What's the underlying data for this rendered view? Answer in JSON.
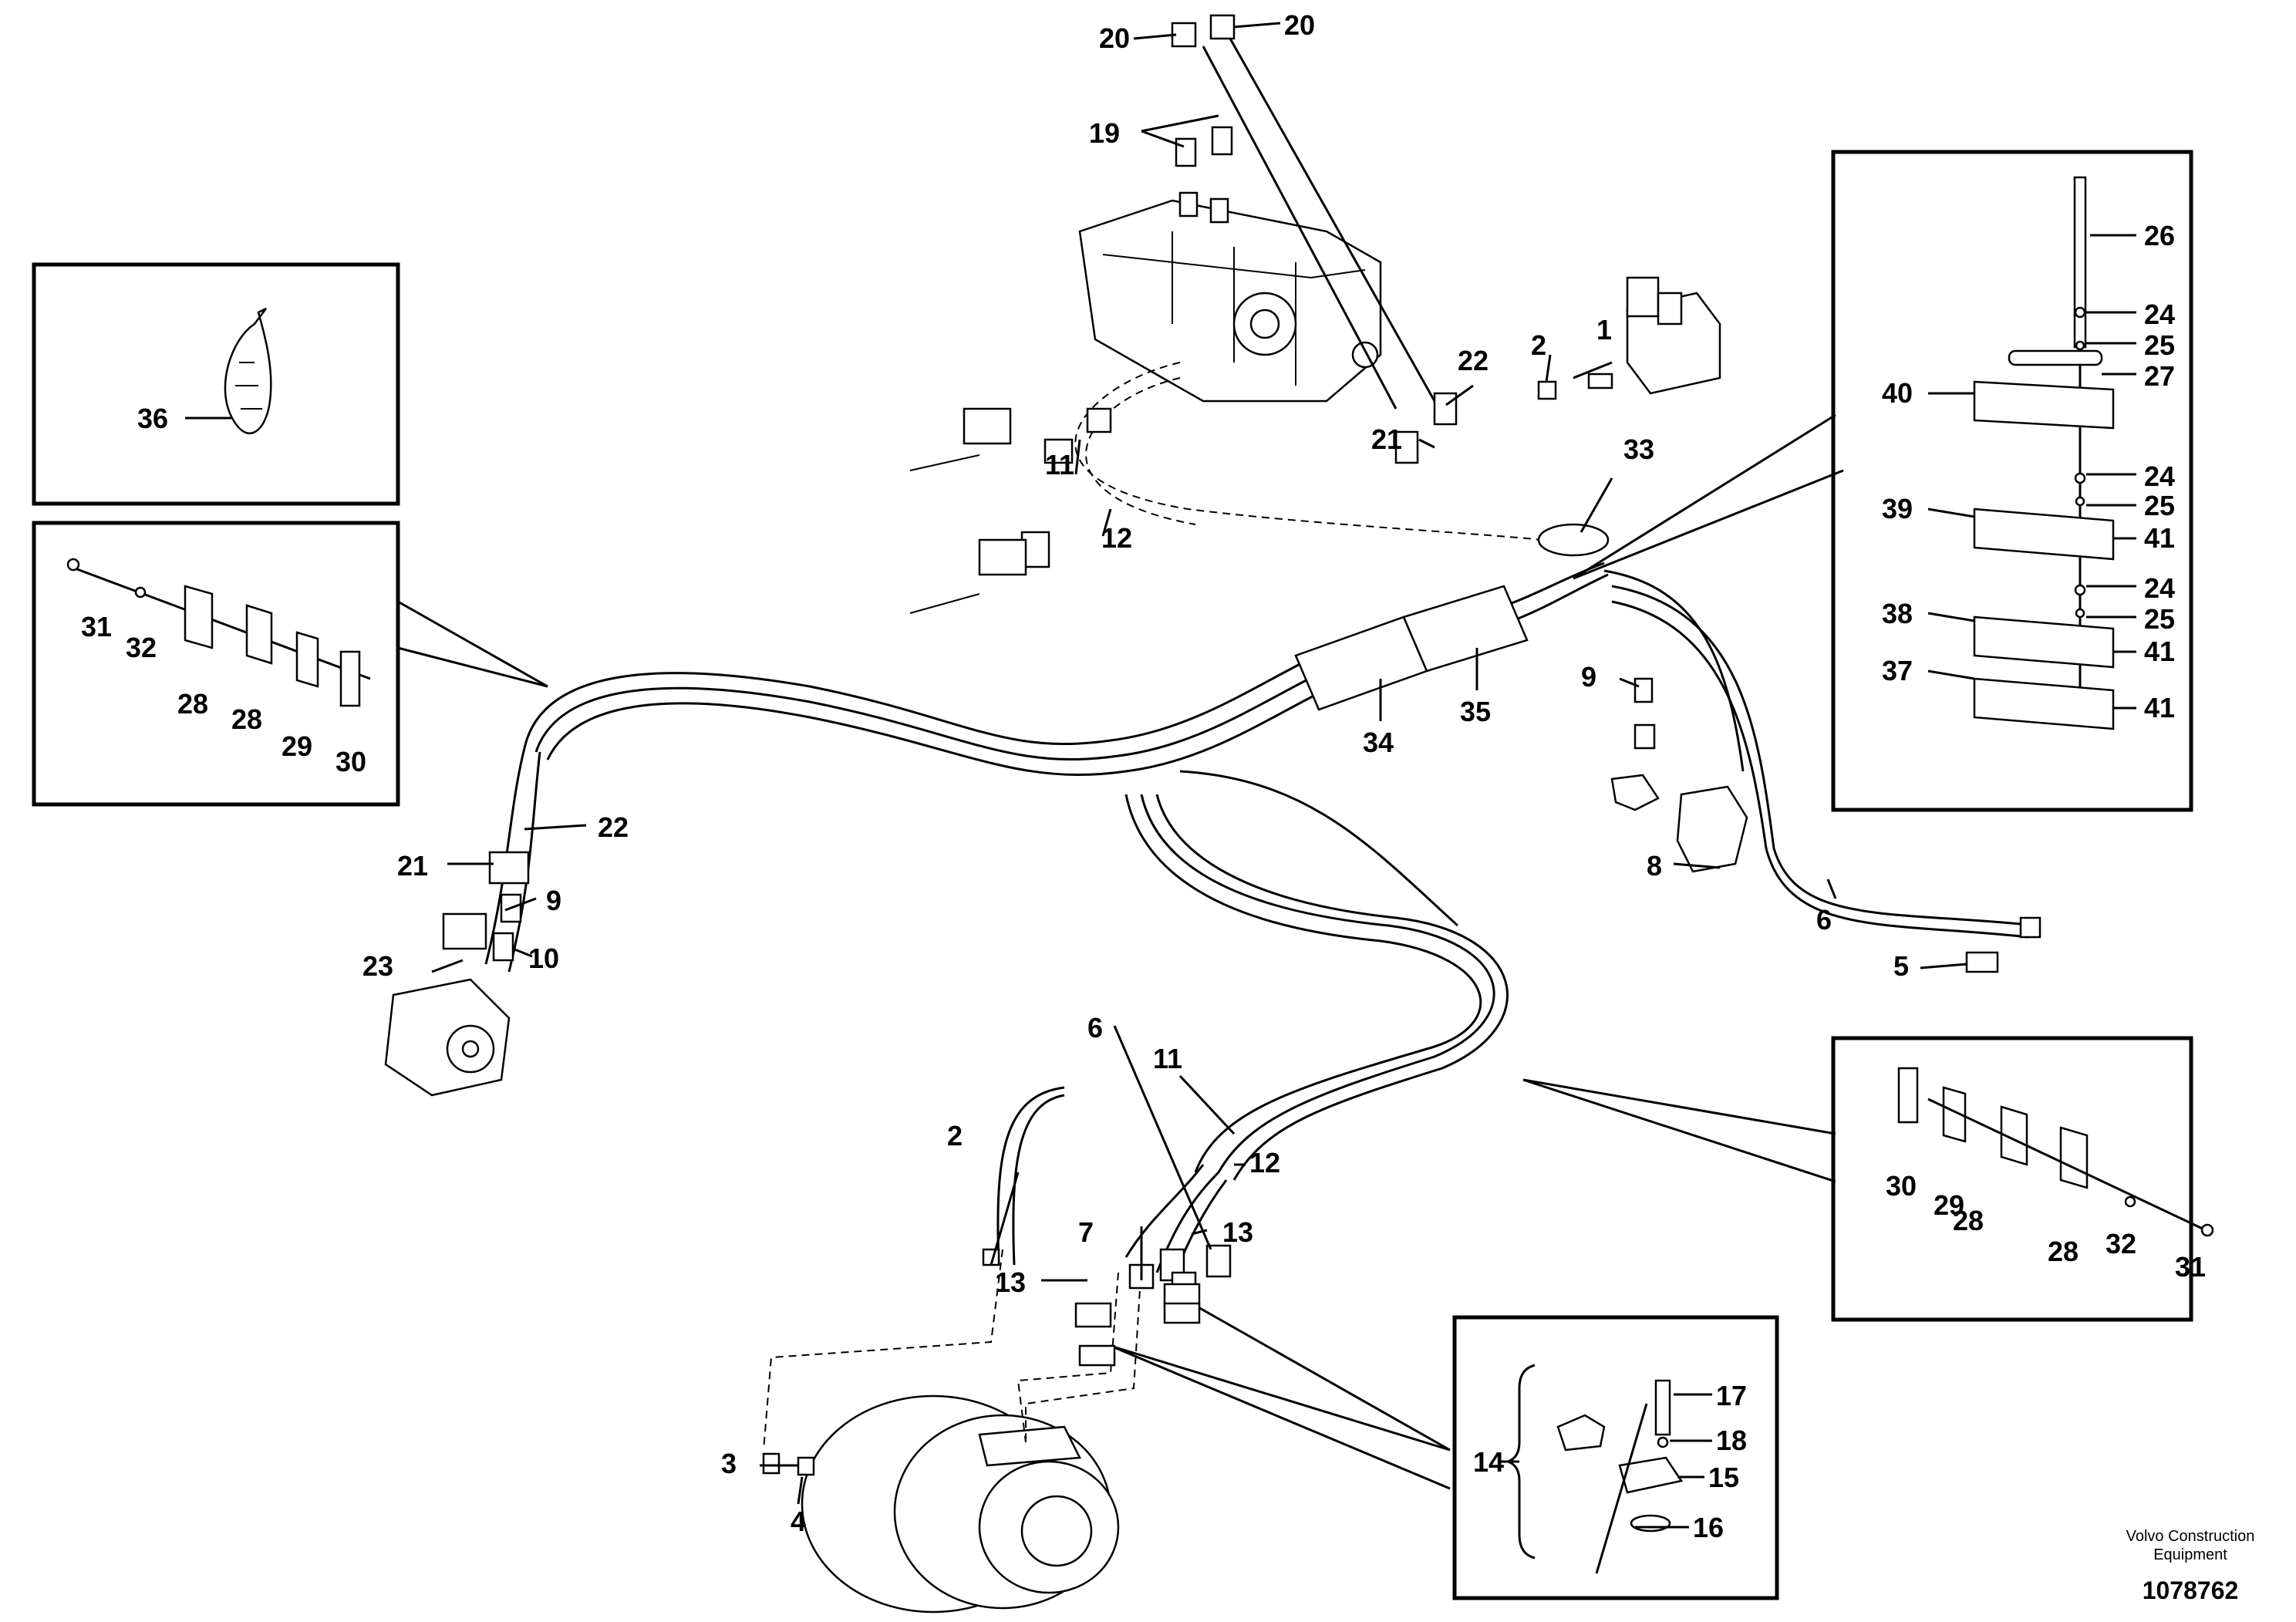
{
  "callouts": {
    "c1": "1",
    "c2a": "2",
    "c2b": "2",
    "c3": "3",
    "c4": "4",
    "c5": "5",
    "c6a": "6",
    "c6b": "6",
    "c7": "7",
    "c8": "8",
    "c9a": "9",
    "c9b": "9",
    "c10": "10",
    "c11a": "11",
    "c11b": "11",
    "c12a": "12",
    "c12b": "12",
    "c13a": "13",
    "c13b": "13",
    "c14": "14",
    "c15": "15",
    "c16": "16",
    "c17": "17",
    "c18": "18",
    "c19": "19",
    "c20a": "20",
    "c20b": "20",
    "c21a": "21",
    "c21b": "21",
    "c22a": "22",
    "c22b": "22",
    "c23": "23",
    "c24a": "24",
    "c24b": "24",
    "c24c": "24",
    "c25a": "25",
    "c25b": "25",
    "c25c": "25",
    "c26": "26",
    "c27": "27",
    "c28a": "28",
    "c28b": "28",
    "c28c": "28",
    "c28d": "28",
    "c29a": "29",
    "c29b": "29",
    "c30a": "30",
    "c30b": "30",
    "c31a": "31",
    "c31b": "31",
    "c32a": "32",
    "c32b": "32",
    "c33": "33",
    "c34": "34",
    "c35": "35",
    "c36": "36",
    "c37": "37",
    "c38": "38",
    "c39": "39",
    "c40": "40",
    "c41a": "41",
    "c41b": "41",
    "c41c": "41"
  },
  "brand": {
    "line1": "Volvo Construction",
    "line2": "Equipment"
  },
  "document_number": "1078762"
}
